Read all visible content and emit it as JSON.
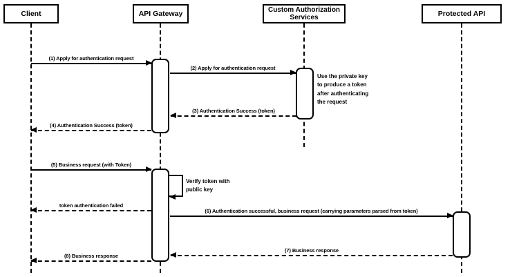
{
  "diagram_type": "sequence-diagram",
  "actors": [
    {
      "label": "Client"
    },
    {
      "label": "API Gateway"
    },
    {
      "label": "Custom Authorization Services"
    },
    {
      "label": "Protected API"
    }
  ],
  "messages": [
    {
      "label": "(1) Apply for authentication request",
      "from": "Client",
      "to": "API Gateway",
      "line": "solid"
    },
    {
      "label": "(2) Apply for authentication request",
      "from": "API Gateway",
      "to": "Custom Authorization Services",
      "line": "solid"
    },
    {
      "label": "(3) Authentication Success (token)",
      "from": "Custom Authorization Services",
      "to": "API Gateway",
      "line": "dashed"
    },
    {
      "label": "(4) Authentication Success (token)",
      "from": "API Gateway",
      "to": "Client",
      "line": "dashed"
    },
    {
      "label": "(5) Business request (with Token)",
      "from": "Client",
      "to": "API Gateway",
      "line": "solid"
    },
    {
      "label": "Verify token with public key",
      "from": "API Gateway",
      "to": "API Gateway",
      "line": "self"
    },
    {
      "label": "token authentication failed",
      "from": "API Gateway",
      "to": "Client",
      "line": "dashed"
    },
    {
      "label": "(6) Authentication successful, business request (carrying parameters parsed from token)",
      "from": "API Gateway",
      "to": "Protected API",
      "line": "solid"
    },
    {
      "label": "(7) Business response",
      "from": "Protected API",
      "to": "API Gateway",
      "line": "dashed"
    },
    {
      "label": "(8) Business response",
      "from": "API Gateway",
      "to": "Client",
      "line": "dashed"
    }
  ],
  "notes": [
    {
      "text": "Use the private key to produce a token after authenticating the request",
      "attached_to": "Custom Authorization Services"
    }
  ],
  "colors": {
    "line": "#000000",
    "text": "#000000",
    "background": "#ffffff"
  }
}
